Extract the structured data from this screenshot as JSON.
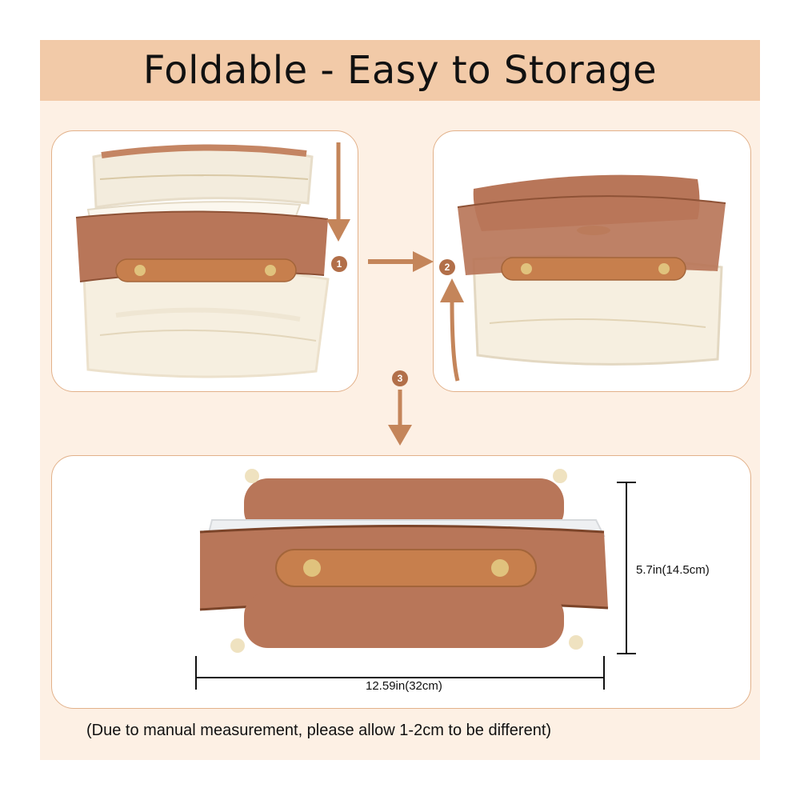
{
  "title": "Foldable - Easy to Storage",
  "steps": [
    "1",
    "2",
    "3"
  ],
  "dimensions": {
    "height": "5.7in(14.5cm)",
    "width": "12.59in(32cm)"
  },
  "footer": "(Due to manual measurement, please allow 1-2cm to be different)",
  "colors": {
    "background": "#fdf0e4",
    "title_bar": "#f2caa8",
    "accent": "#b26f49",
    "leather": "#b87659",
    "lining": "#f5eede"
  }
}
